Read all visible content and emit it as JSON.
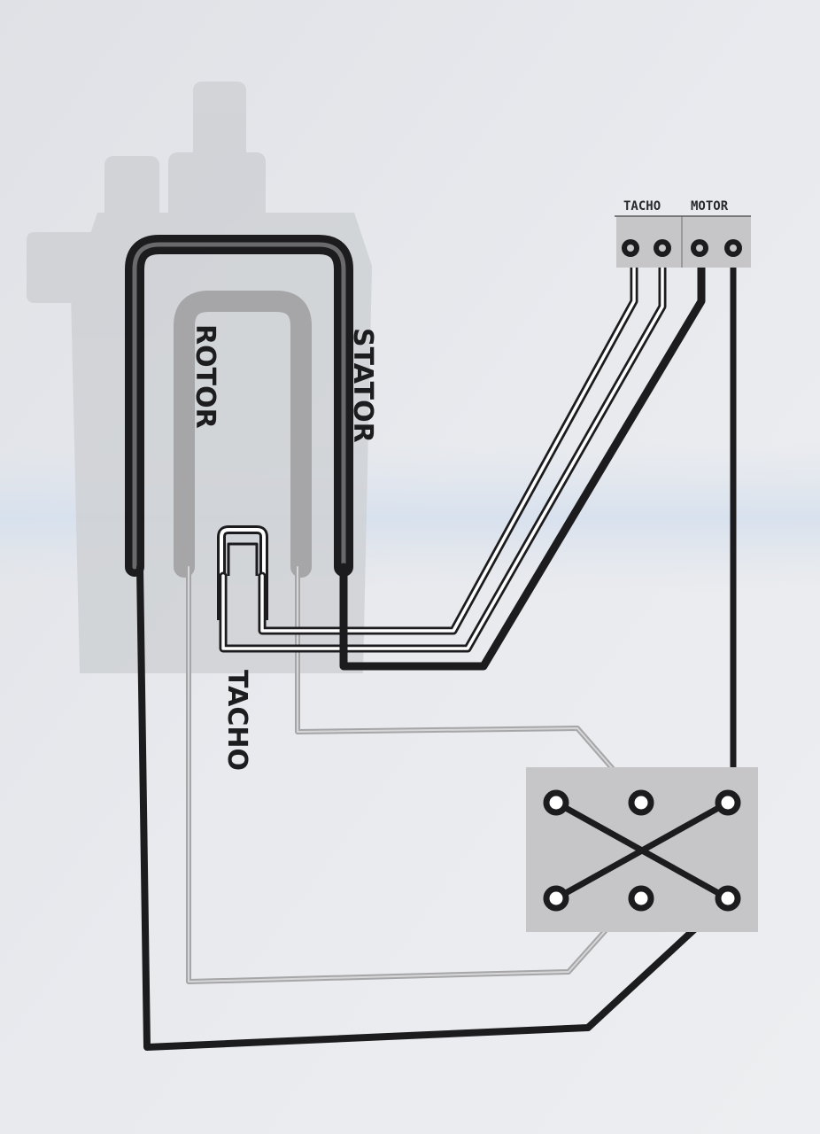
{
  "labels": {
    "rotor": "ROTOR",
    "stator": "STATOR",
    "tacho": "TACHO",
    "header_tacho": "TACHO",
    "header_motor": "MOTOR"
  },
  "colors": {
    "paper": "#e6e8ec",
    "dark_wire": "#1c1c1e",
    "grey_wire": "#a4a4a6",
    "panel": "#c4c4c6",
    "motor_silhouette": "#cfd1d5"
  },
  "icons": [
    "motor-silhouette",
    "terminal-block",
    "switch-block"
  ]
}
